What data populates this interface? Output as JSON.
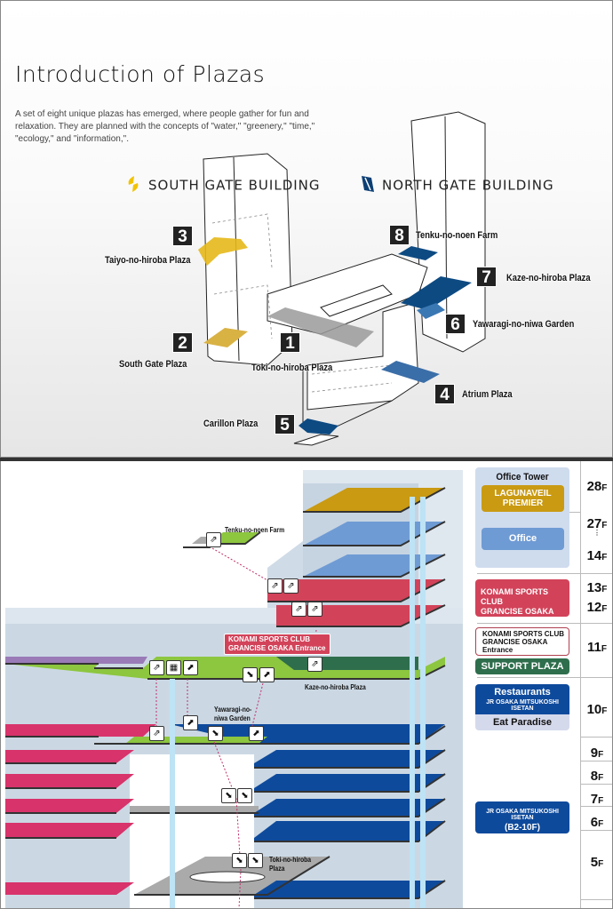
{
  "header": {
    "title": "Introduction of Plazas",
    "intro": "A set of eight unique plazas has emerged, where people gather for fun and relaxation. They are planned with the concepts of  \"water,\" \"greenery,\" \"time,\" \"ecology,\" and \"information,\"."
  },
  "buildings": {
    "south": {
      "label": "SOUTH GATE BUILDING",
      "icon": "south-gate-logo",
      "color": "#f2c300"
    },
    "north": {
      "label": "NORTH GATE BUILDING",
      "icon": "north-gate-logo",
      "color": "#0d3f74"
    }
  },
  "plazas": [
    {
      "number": "1",
      "name": "Toki-no-hiroba Plaza"
    },
    {
      "number": "2",
      "name": "South Gate Plaza"
    },
    {
      "number": "3",
      "name": "Taiyo-no-hiroba Plaza"
    },
    {
      "number": "4",
      "name": "Atrium Plaza"
    },
    {
      "number": "5",
      "name": "Carillon Plaza"
    },
    {
      "number": "6",
      "name": "Yawaragi-no-niwa Garden"
    },
    {
      "number": "7",
      "name": "Kaze-no-hiroba Plaza"
    },
    {
      "number": "8",
      "name": "Tenku-no-noen Farm"
    }
  ],
  "section_labels": {
    "tenku": "Tenku-no-noen Farm",
    "konami_entrance": "KONAMI SPORTS CLUB GRANCISE OSAKA Entrance",
    "konami_entrance_l1": "KONAMI SPORTS CLUB",
    "konami_entrance_l2": "GRANCISE OSAKA Entrance",
    "kaze": "Kaze-no-hiroba Plaza",
    "yawaragi_l1": "Yawaragi-no-",
    "yawaragi_l2": "niwa Garden",
    "toki_l1": "Toki-no-hiroba",
    "toki_l2": "Plaza"
  },
  "legend": {
    "office_tower": "Office Tower",
    "lagunaveil_l1": "LAGUNAVEIL",
    "lagunaveil_l2": "PREMIER",
    "office": "Office",
    "konami_l1": "KONAMI SPORTS CLUB",
    "konami_l2": "GRANCISE OSAKA",
    "konami_ent_l1": "KONAMI SPORTS CLUB",
    "konami_ent_l2": "GRANCISE OSAKA",
    "konami_ent_l3": "Entrance",
    "support_plaza": "SUPPORT PLAZA",
    "restaurants": "Restaurants",
    "restaurants_sub": "JR OSAKA MITSUKOSHI ISETAN",
    "eat_paradise": "Eat Paradise",
    "isetan_l1": "JR OSAKA MITSUKOSHI ISETAN",
    "isetan_l2": "(B2-10F)"
  },
  "floors": {
    "f28": "28",
    "f27": "27",
    "f14": "14",
    "f13": "13",
    "f12": "12",
    "f11": "11",
    "f10": "10",
    "f9": "9",
    "f8": "8",
    "f7": "7",
    "f6": "6",
    "f5": "5",
    "suffix": "F"
  },
  "colors": {
    "gold": "#c99a12",
    "office_blue": "#6f9bd4",
    "konami_red": "#d2435a",
    "support_green": "#2e6e4c",
    "isetan_blue": "#0e4a9c",
    "plaza_green": "#8dc63f",
    "purple": "#9a7bb8",
    "magenta": "#d8336b"
  }
}
